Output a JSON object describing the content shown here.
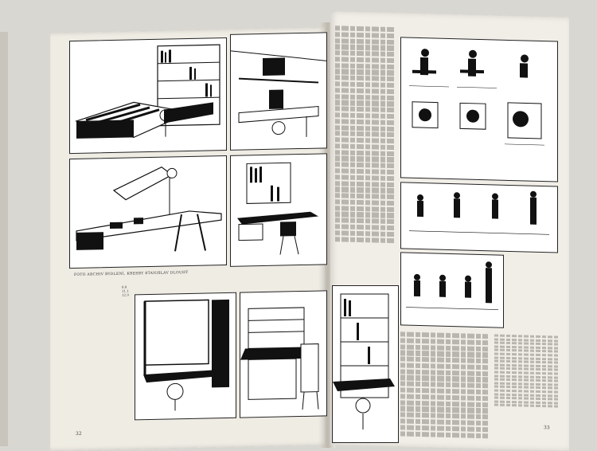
{
  "left_page": {
    "caption": "FOTO ARCHIV BYDLENÍ, KRESBY STANISLAV DLOUHÝ",
    "folio": "32",
    "column_mark": "8.8\n11.1\n12.9"
  },
  "right_page": {
    "folio": "33"
  },
  "colors": {
    "paper": "#efece4",
    "ink": "#111111",
    "background": "#d9d7d2"
  }
}
